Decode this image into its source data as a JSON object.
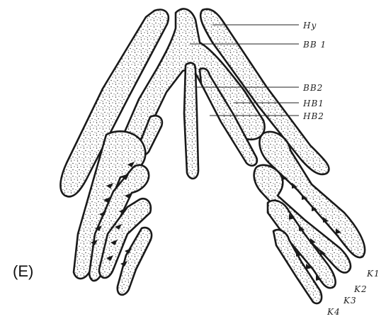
{
  "panel_label": "(E)",
  "labels": {
    "hy": "Hy",
    "bb1": "BB 1",
    "bb2": "BB2",
    "hb1": "HB1",
    "hb2": "HB2",
    "k1": "K1",
    "k2": "K2",
    "k3": "K3",
    "k4": "K4"
  }
}
